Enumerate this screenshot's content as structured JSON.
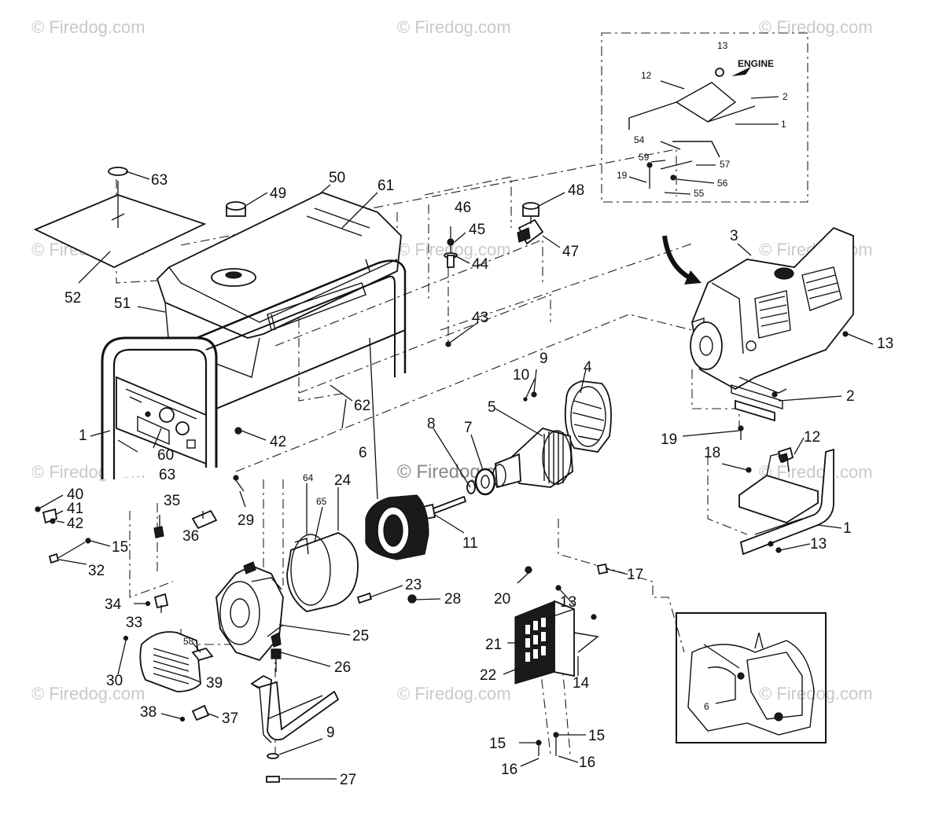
{
  "watermarks": {
    "brand": "© Firedog.com",
    "center": "© Firedog.com"
  },
  "inset_top": {
    "engine_label": "ENGINE",
    "callouts": [
      "13",
      "12",
      "2",
      "1",
      "54",
      "59",
      "57",
      "19",
      "56",
      "55"
    ]
  },
  "callouts": [
    {
      "id": "c63a",
      "text": "63"
    },
    {
      "id": "c50",
      "text": "50"
    },
    {
      "id": "c49",
      "text": "49"
    },
    {
      "id": "c61",
      "text": "61"
    },
    {
      "id": "c48",
      "text": "48"
    },
    {
      "id": "c46",
      "text": "46"
    },
    {
      "id": "c45",
      "text": "45"
    },
    {
      "id": "c44",
      "text": "44"
    },
    {
      "id": "c47",
      "text": "47"
    },
    {
      "id": "c52",
      "text": "52"
    },
    {
      "id": "c51",
      "text": "51"
    },
    {
      "id": "c43",
      "text": "43"
    },
    {
      "id": "c3",
      "text": "3"
    },
    {
      "id": "c13a",
      "text": "13"
    },
    {
      "id": "c9a",
      "text": "9"
    },
    {
      "id": "c10",
      "text": "10"
    },
    {
      "id": "c4",
      "text": "4"
    },
    {
      "id": "c2",
      "text": "2"
    },
    {
      "id": "c62",
      "text": "62"
    },
    {
      "id": "c5",
      "text": "5"
    },
    {
      "id": "c8",
      "text": "8"
    },
    {
      "id": "c7",
      "text": "7"
    },
    {
      "id": "c6",
      "text": "6"
    },
    {
      "id": "c1a",
      "text": "1"
    },
    {
      "id": "c42a",
      "text": "42"
    },
    {
      "id": "c60",
      "text": "60"
    },
    {
      "id": "c63b",
      "text": "63"
    },
    {
      "id": "c19",
      "text": "19"
    },
    {
      "id": "c12",
      "text": "12"
    },
    {
      "id": "c18",
      "text": "18"
    },
    {
      "id": "c40",
      "text": "40"
    },
    {
      "id": "c41",
      "text": "41"
    },
    {
      "id": "c42b",
      "text": "42"
    },
    {
      "id": "c29",
      "text": "29"
    },
    {
      "id": "c64",
      "text": "64"
    },
    {
      "id": "c24",
      "text": "24"
    },
    {
      "id": "c65",
      "text": "65"
    },
    {
      "id": "c35",
      "text": "35"
    },
    {
      "id": "c36",
      "text": "36"
    },
    {
      "id": "c15a",
      "text": "15"
    },
    {
      "id": "c32",
      "text": "32"
    },
    {
      "id": "c11",
      "text": "11"
    },
    {
      "id": "c1b",
      "text": "1"
    },
    {
      "id": "c13b",
      "text": "13"
    },
    {
      "id": "c17",
      "text": "17"
    },
    {
      "id": "c20",
      "text": "20"
    },
    {
      "id": "c23",
      "text": "23"
    },
    {
      "id": "c28",
      "text": "28"
    },
    {
      "id": "c34",
      "text": "34"
    },
    {
      "id": "c33",
      "text": "33"
    },
    {
      "id": "c25",
      "text": "25"
    },
    {
      "id": "c13c",
      "text": "13"
    },
    {
      "id": "c21",
      "text": "21"
    },
    {
      "id": "c22",
      "text": "22"
    },
    {
      "id": "c58",
      "text": "58"
    },
    {
      "id": "c26",
      "text": "26"
    },
    {
      "id": "c14",
      "text": "14"
    },
    {
      "id": "c30",
      "text": "30"
    },
    {
      "id": "c39",
      "text": "39"
    },
    {
      "id": "c38",
      "text": "38"
    },
    {
      "id": "c37",
      "text": "37"
    },
    {
      "id": "c9b",
      "text": "9"
    },
    {
      "id": "c15b",
      "text": "15"
    },
    {
      "id": "c15c",
      "text": "15"
    },
    {
      "id": "c16a",
      "text": "16"
    },
    {
      "id": "c16b",
      "text": "16"
    },
    {
      "id": "c27",
      "text": "27"
    }
  ],
  "inset_bottom": {
    "callout": "6"
  }
}
